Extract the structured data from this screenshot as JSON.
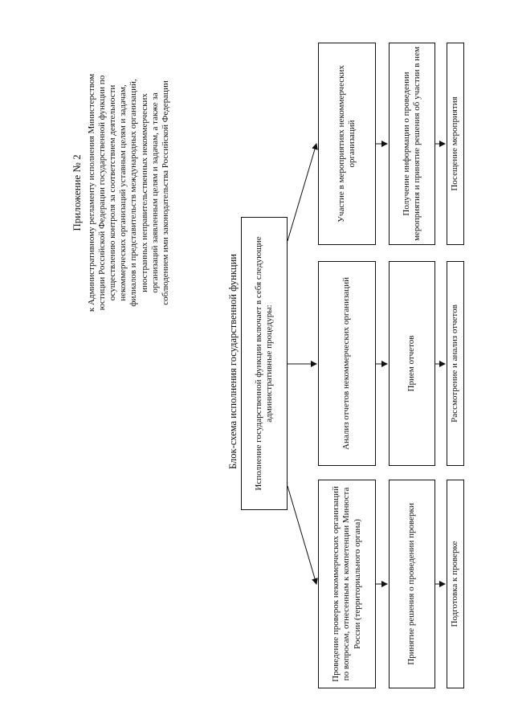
{
  "appendix": {
    "heading": "Приложение № 2",
    "caption_lines": [
      "к Административному регламенту исполнения Министерством",
      "юстиции Российской Федерации государственной функции по",
      "осуществлению контроля за соответствием деятельности",
      "некоммерческих организаций уставным целям и задачам,",
      "филиалов и представительств международных организаций,",
      "иностранных неправительственных некоммерческих",
      "организаций заявленным целям и задачам, а также за",
      "соблюдением ими законодательства Российской Федерации"
    ]
  },
  "flowchart": {
    "title": "Блок-схема исполнения государственной функции",
    "root": "Исполнение государственной функции включает в себя следующие административные процедуры:",
    "columns": [
      {
        "top": "Проведение проверок некоммерческих организаций по вопросам, отнесенным к компетенции Минюста России (территориального органа)",
        "middle": "Принятие решения о проведении проверки",
        "bottom": "Подготовка к проверке"
      },
      {
        "top": "Анализ отчетов некоммерческих организаций",
        "middle": "Прием отчетов",
        "bottom": "Рассмотрение и анализ отчетов"
      },
      {
        "top": "Участие в мероприятиях некоммерческих организаций",
        "middle": "Получение информации о проведении мероприятия и принятие решения об участии в нем",
        "bottom": "Посещение мероприятия"
      }
    ]
  }
}
